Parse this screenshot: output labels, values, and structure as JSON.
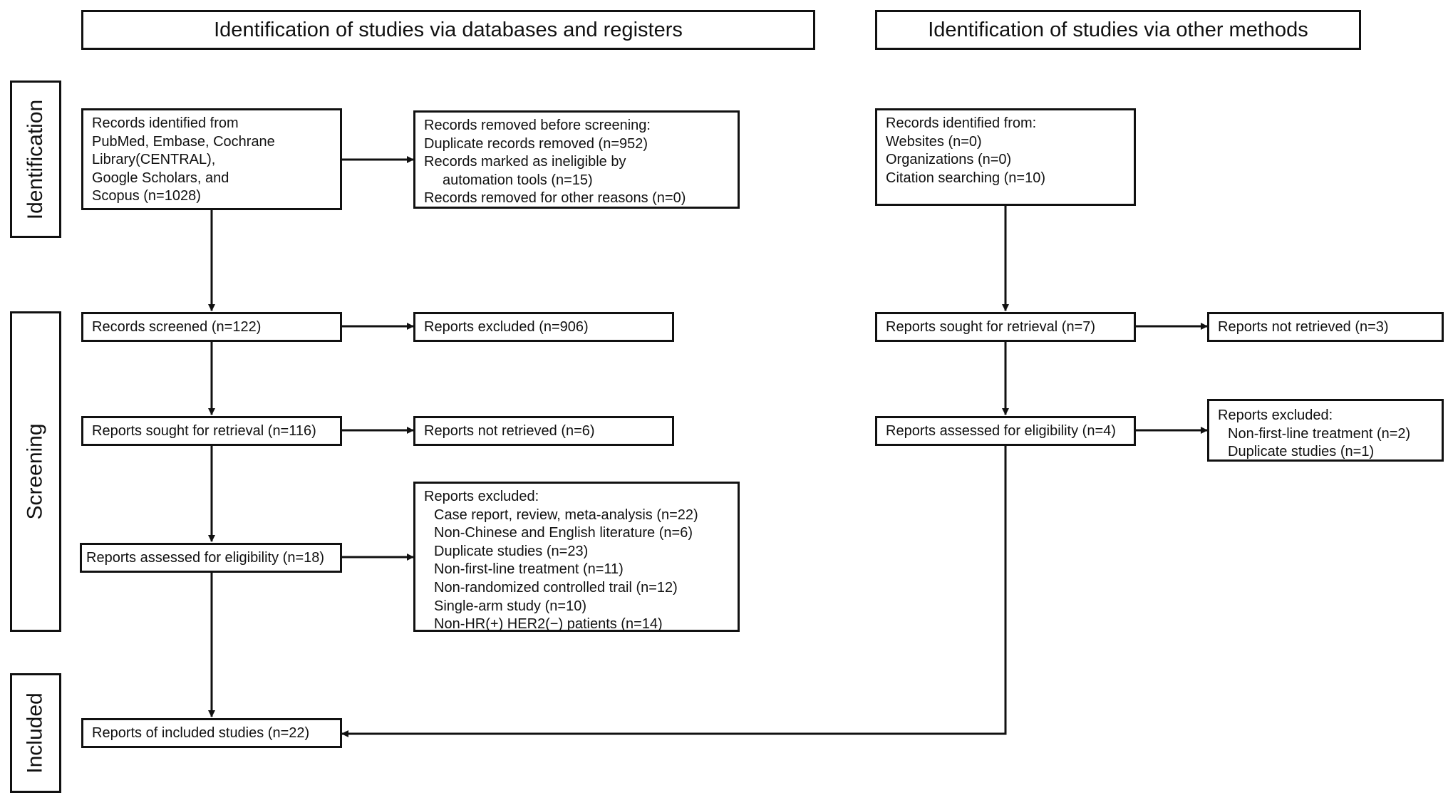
{
  "headers": {
    "databases": "Identification of studies via databases and registers",
    "other": "Identification of studies via other methods"
  },
  "phases": {
    "identification": "Identification",
    "screening": "Screening",
    "included": "Included"
  },
  "databases": {
    "records_identified": [
      "Records identified from",
      "PubMed, Embase, Cochrane",
      "Library(CENTRAL),",
      "Google Scholars, and",
      "Scopus (n=1028)"
    ],
    "records_removed": {
      "title": "Records removed before screening:",
      "duplicates": "Duplicate records removed (n=952)",
      "ineligible_1": "Records marked as ineligible by",
      "ineligible_2": "automation tools (n=15)",
      "other": "Records removed for other reasons (n=0)"
    },
    "records_screened": "Records screened (n=122)",
    "reports_excluded_screen": "Reports excluded (n=906)",
    "reports_sought": "Reports sought for retrieval (n=116)",
    "reports_not_retrieved": "Reports not retrieved (n=6)",
    "reports_assessed": "Reports assessed for eligibility (n=18)",
    "reports_excluded": {
      "title": "Reports excluded:",
      "items": [
        "Case report, review, meta-analysis (n=22)",
        "Non-Chinese and English literature (n=6)",
        "Duplicate studies (n=23)",
        "Non-first-line treatment (n=11)",
        "Non-randomized controlled trail (n=12)",
        "Single-arm study (n=10)",
        "Non-HR(+) HER2(−) patients (n=14)"
      ]
    },
    "included": "Reports of included studies (n=22)"
  },
  "other": {
    "records_identified": {
      "title": "Records identified from:",
      "items": [
        "Websites (n=0)",
        "Organizations (n=0)",
        "Citation searching (n=10)"
      ]
    },
    "reports_sought": "Reports sought for retrieval (n=7)",
    "reports_not_retrieved": "Reports not retrieved (n=3)",
    "reports_assessed": "Reports assessed for eligibility (n=4)",
    "reports_excluded": {
      "title": "Reports excluded:",
      "items": [
        "Non-first-line treatment (n=2)",
        "Duplicate studies (n=1)"
      ]
    }
  }
}
